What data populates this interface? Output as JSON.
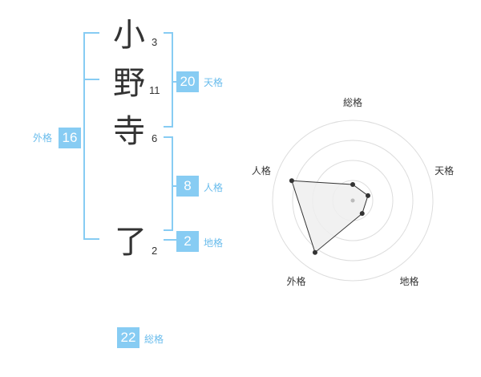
{
  "name": {
    "characters": [
      {
        "char": "小",
        "strokes": "3"
      },
      {
        "char": "野",
        "strokes": "11"
      },
      {
        "char": "寺",
        "strokes": "6"
      },
      {
        "char": "了",
        "strokes": "2"
      }
    ]
  },
  "fortunes": {
    "tenkaku": {
      "value": "20",
      "label": "天格"
    },
    "jinkaku": {
      "value": "8",
      "label": "人格"
    },
    "chikaku": {
      "value": "2",
      "label": "地格"
    },
    "gaikaku": {
      "value": "16",
      "label": "外格"
    },
    "soukaku": {
      "value": "22",
      "label": "総格"
    }
  },
  "colors": {
    "accent": "#87ccf3",
    "label": "#69bcec",
    "text": "#333333",
    "radar_fill": "#eeeeee",
    "radar_ring": "#dddddd"
  },
  "chart_data": {
    "type": "radar",
    "axes": [
      "総格",
      "天格",
      "地格",
      "外格",
      "人格"
    ],
    "values": [
      1,
      1,
      1,
      4,
      4
    ],
    "range": [
      0,
      5
    ],
    "rings": 4
  }
}
